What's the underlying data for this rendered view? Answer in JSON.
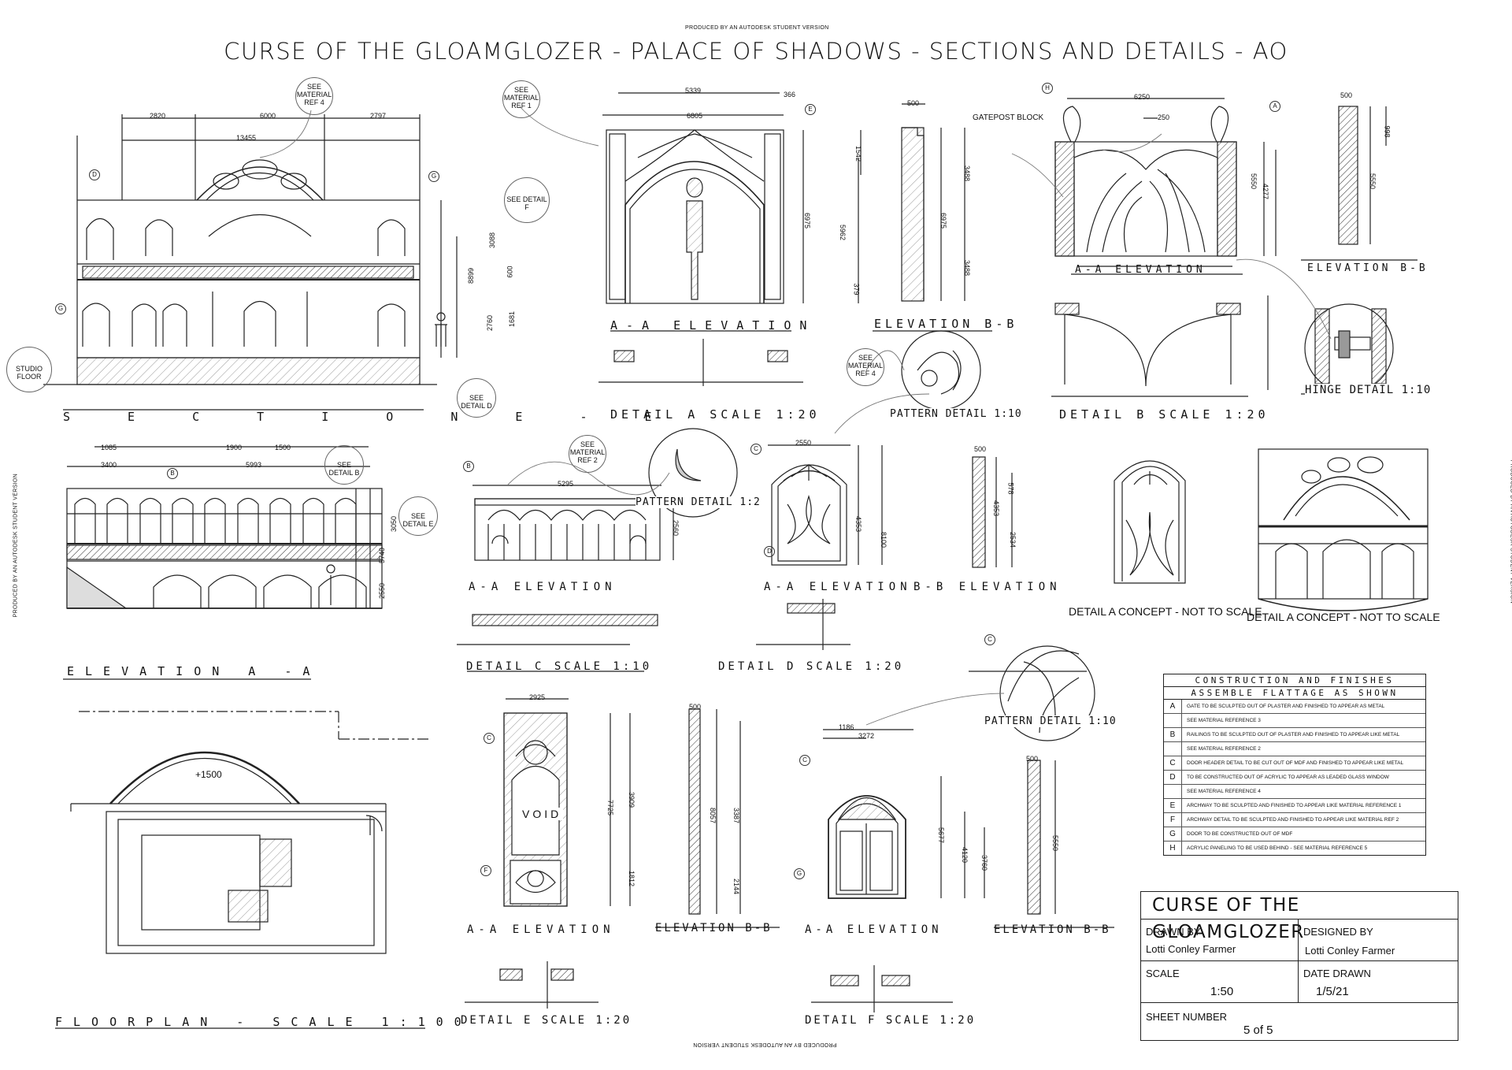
{
  "watermark": "PRODUCED BY AN AUTODESK STUDENT VERSION",
  "title": "CURSE OF THE GLOAMGLOZER - PALACE OF SHADOWS - SECTIONS AND DETAILS - AO",
  "drawings": {
    "section_ee": "S E C T I O N   E  -  E",
    "elevation_aa": "ELEVATION A -A",
    "floorplan": "FLOORPLAN - SCALE 1:100",
    "detail_a_elev": "A-A ELEVATION",
    "detail_a_bb": "ELEVATION B-B",
    "detail_a_title": "DETAIL A SCALE 1:20",
    "detail_b_elev": "A-A ELEVATION",
    "detail_b_bb": "ELEVATION B-B",
    "detail_b_title": "DETAIL B SCALE 1:20",
    "hinge_detail": "HINGE DETAIL 1:10",
    "pattern_detail_a": "PATTERN DETAIL 1:10",
    "pattern_detail_c": "PATTERN DETAIL 1:2",
    "pattern_detail_e": "PATTERN DETAIL 1:10",
    "detail_c_elev": "A-A ELEVATION",
    "detail_c_title": "DETAIL C SCALE 1:10",
    "detail_d_elev": "A-A ELEVATION",
    "detail_d_bb": "B-B ELEVATION",
    "detail_d_title": "DETAIL D SCALE 1:20",
    "concept_1": "DETAIL A CONCEPT - NOT TO SCALE",
    "concept_2": "DETAIL A CONCEPT - NOT TO SCALE",
    "detail_e_elev": "A-A ELEVATION",
    "detail_e_bb": "ELEVATION B-B",
    "detail_e_title": "DETAIL E SCALE 1:20",
    "detail_f_elev": "A-A ELEVATION",
    "detail_f_bb": "ELEVATION B-B",
    "detail_f_title": "DETAIL F SCALE 1:20"
  },
  "notes": {
    "see_material_4a": "SEE MATERIAL REF 4",
    "see_material_1": "SEE MATERIAL REF 1",
    "see_material_4b": "SEE MATERIAL REF 4",
    "see_material_2": "SEE MATERIAL REF 2",
    "see_detail_f": "SEE DETAIL F",
    "see_detail_d": "SEE DETAIL D",
    "see_detail_b": "SEE DETAIL B",
    "see_detail_e": "SEE DETAIL E",
    "studio_floor": "STUDIO FLOOR",
    "gatepost_block": "GATEPOST BLOCK",
    "void": "VOID",
    "level": "+1500"
  },
  "dimensions": {
    "s1": "2820",
    "s2": "6000",
    "s3": "2797",
    "s4": "13455",
    "s5": "3088",
    "s6": "600",
    "s7": "8899",
    "s8": "1681",
    "s9": "2760",
    "e1": "1085",
    "e2": "3400",
    "e3": "1900",
    "e4": "1500",
    "e5": "5993",
    "e6": "3050",
    "e7": "5740",
    "e8": "2550",
    "a1": "5339",
    "a2": "366",
    "a3": "6805",
    "a4": "1542",
    "a5": "6975",
    "a6": "5962",
    "a7": "379",
    "ab1": "500",
    "ab2": "3488",
    "ab3": "6975",
    "ab4": "3488",
    "b1": "6250",
    "b2": "250",
    "b3": "5550",
    "b4": "4277",
    "bb1": "500",
    "bb2": "998",
    "bb3": "5550",
    "c1": "5295",
    "c2": "2560",
    "d1": "2550",
    "d2": "4353",
    "d3": "8100",
    "dd1": "500",
    "dd2": "4353",
    "dd3": "578",
    "dd4": "2534",
    "ee1": "2925",
    "ee2": "7725",
    "ee3": "3909",
    "ee4": "1812",
    "eb1": "500",
    "eb2": "8057",
    "eb3": "3387",
    "eb4": "2144",
    "f1": "1186",
    "f2": "3272",
    "f3": "5677",
    "f4": "4120",
    "f5": "3760",
    "fb1": "500",
    "fb2": "5550"
  },
  "schedule": {
    "header1": "CONSTRUCTION AND FINISHES",
    "header2": "ASSEMBLE FLATTAGE AS SHOWN",
    "rows": [
      {
        "key": "A",
        "text": "GATE TO BE SCULPTED OUT OF PLASTER AND FINISHED TO APPEAR AS METAL"
      },
      {
        "key": "",
        "text": "SEE MATERIAL REFERENCE 3"
      },
      {
        "key": "B",
        "text": "RAILINGS TO BE SCULPTED OUT OF PLASTER AND FINISHED TO APPEAR LIKE METAL"
      },
      {
        "key": "",
        "text": "SEE MATERIAL REFERENCE 2"
      },
      {
        "key": "C",
        "text": "DOOR HEADER DETAIL TO BE CUT OUT OF MDF AND FINISHED TO APPEAR LIKE METAL"
      },
      {
        "key": "D",
        "text": "TO BE CONSTRUCTED OUT OF ACRYLIC TO APPEAR AS LEADED GLASS WINDOW"
      },
      {
        "key": "",
        "text": "SEE MATERIAL REFERENCE 4"
      },
      {
        "key": "E",
        "text": "ARCHWAY TO BE SCULPTED AND FINISHED TO APPEAR LIKE MATERIAL REFERENCE 1"
      },
      {
        "key": "F",
        "text": "ARCHWAY DETAIL TO BE SCULPTED AND FINISHED TO APPEAR LIKE MATERIAL REF 2"
      },
      {
        "key": "G",
        "text": "DOOR TO BE CONSTRUCTED OUT OF MDF"
      },
      {
        "key": "H",
        "text": "ACRYLIC PANELING TO BE USED BEHIND - SEE MATERIAL REFERENCE 5"
      }
    ]
  },
  "title_block": {
    "project": "CURSE OF THE GLOAMGLOZER",
    "drawn_by_label": "DRAWN BY",
    "drawn_by": "Lotti Conley Farmer",
    "designed_by_label": "DESIGNED BY",
    "designed_by": "Lotti Conley Farmer",
    "scale_label": "SCALE",
    "scale": "1:50",
    "date_label": "DATE DRAWN",
    "date": "1/5/21",
    "sheet_label": "SHEET NUMBER",
    "sheet": "5 of 5"
  },
  "tags": [
    "A",
    "B",
    "C",
    "D",
    "E",
    "F",
    "G",
    "H"
  ]
}
